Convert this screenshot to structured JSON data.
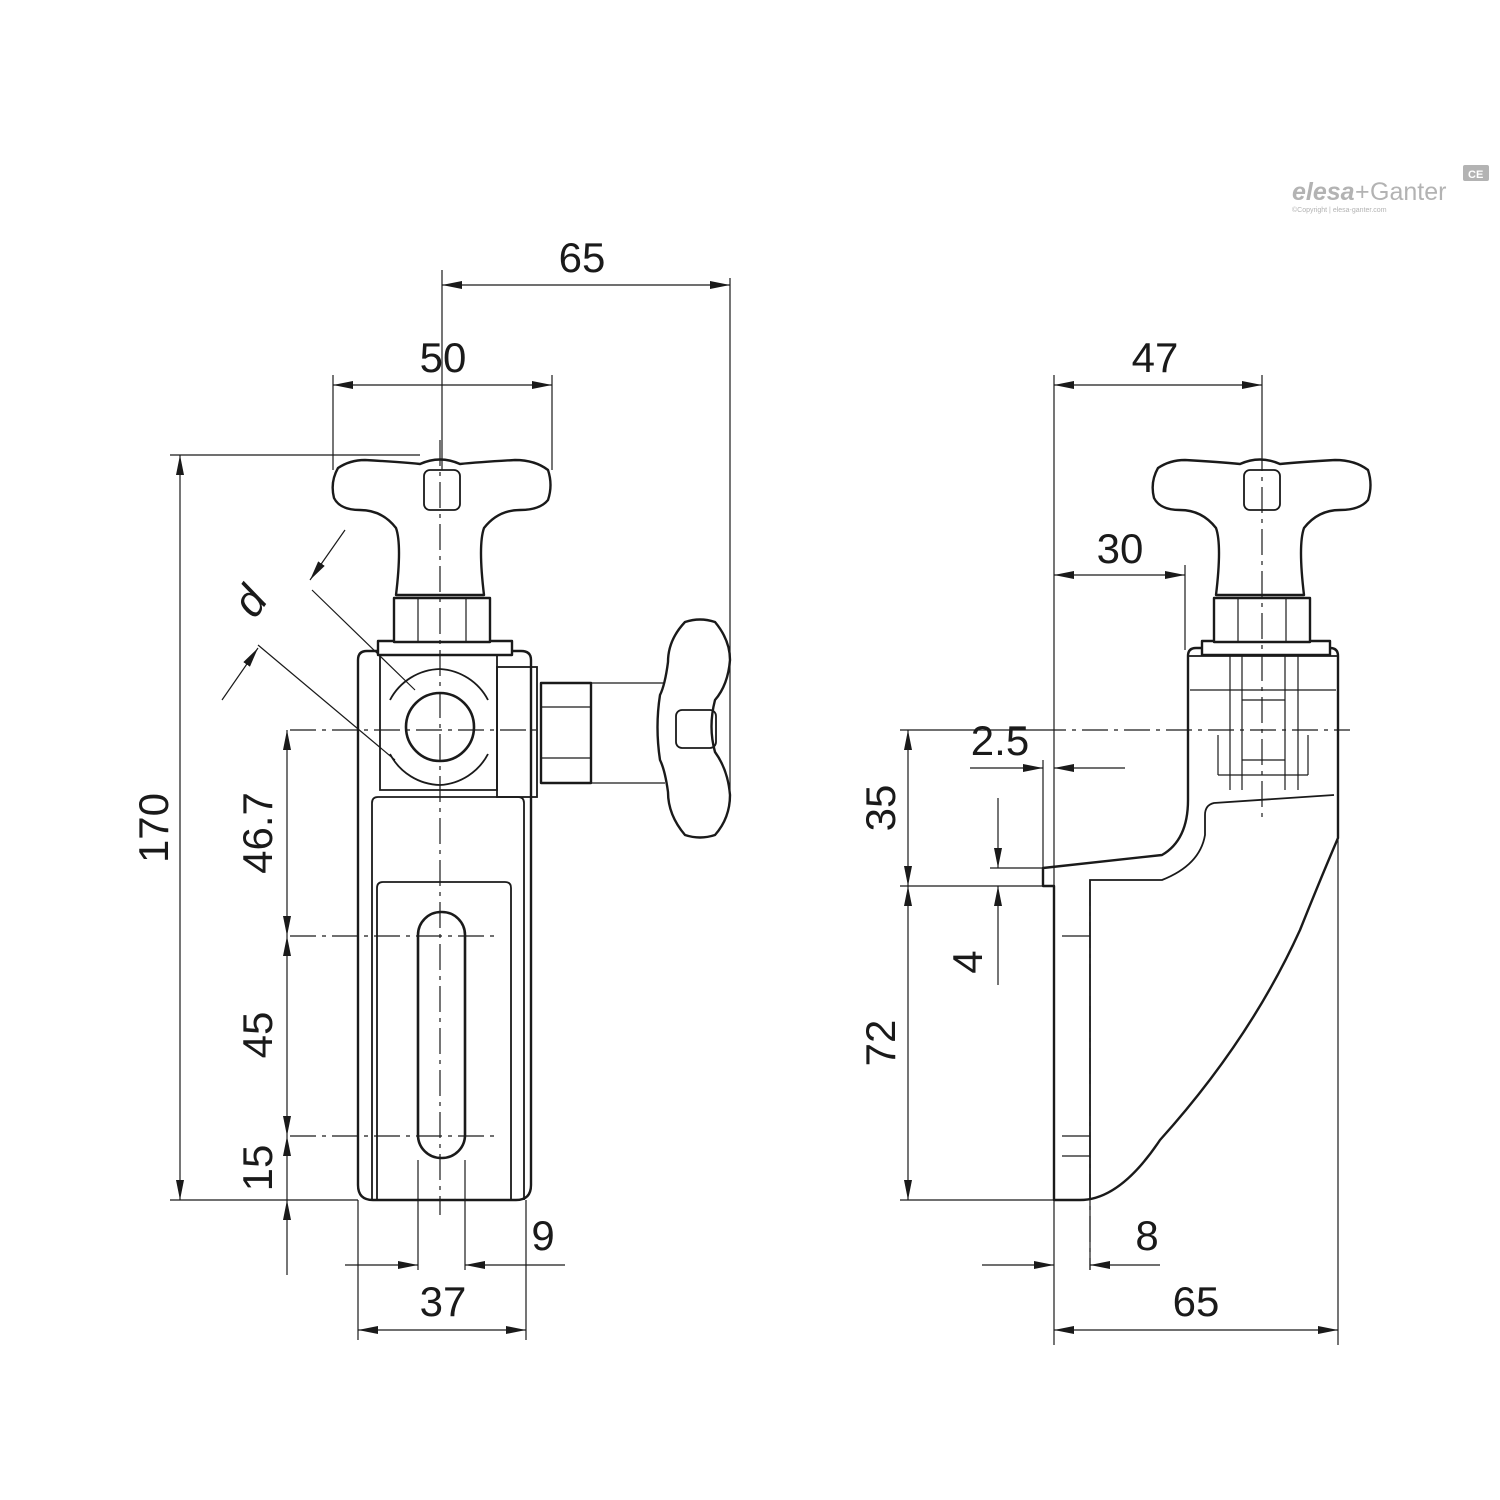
{
  "logo": {
    "brand_a": "elesa",
    "plus": "+",
    "brand_b": "Ganter",
    "copyright": "©Copyright | elesa-ganter.com",
    "badge": "CE"
  },
  "front_view": {
    "dim_overall_reach": "65",
    "dim_knob_width": "50",
    "dim_height_total": "170",
    "dim_pin_to_slot": "46.7",
    "dim_slot_length": "45",
    "dim_slot_to_bottom": "15",
    "dim_base_width": "37",
    "dim_offset": "9",
    "label_diameter": "d"
  },
  "side_view": {
    "dim_knob_offset": "47",
    "dim_body_offset": "30",
    "dim_step": "2.5",
    "dim_upper_height": "35",
    "dim_flange": "4",
    "dim_lower_height": "72",
    "dim_wall": "8",
    "dim_depth": "65"
  }
}
